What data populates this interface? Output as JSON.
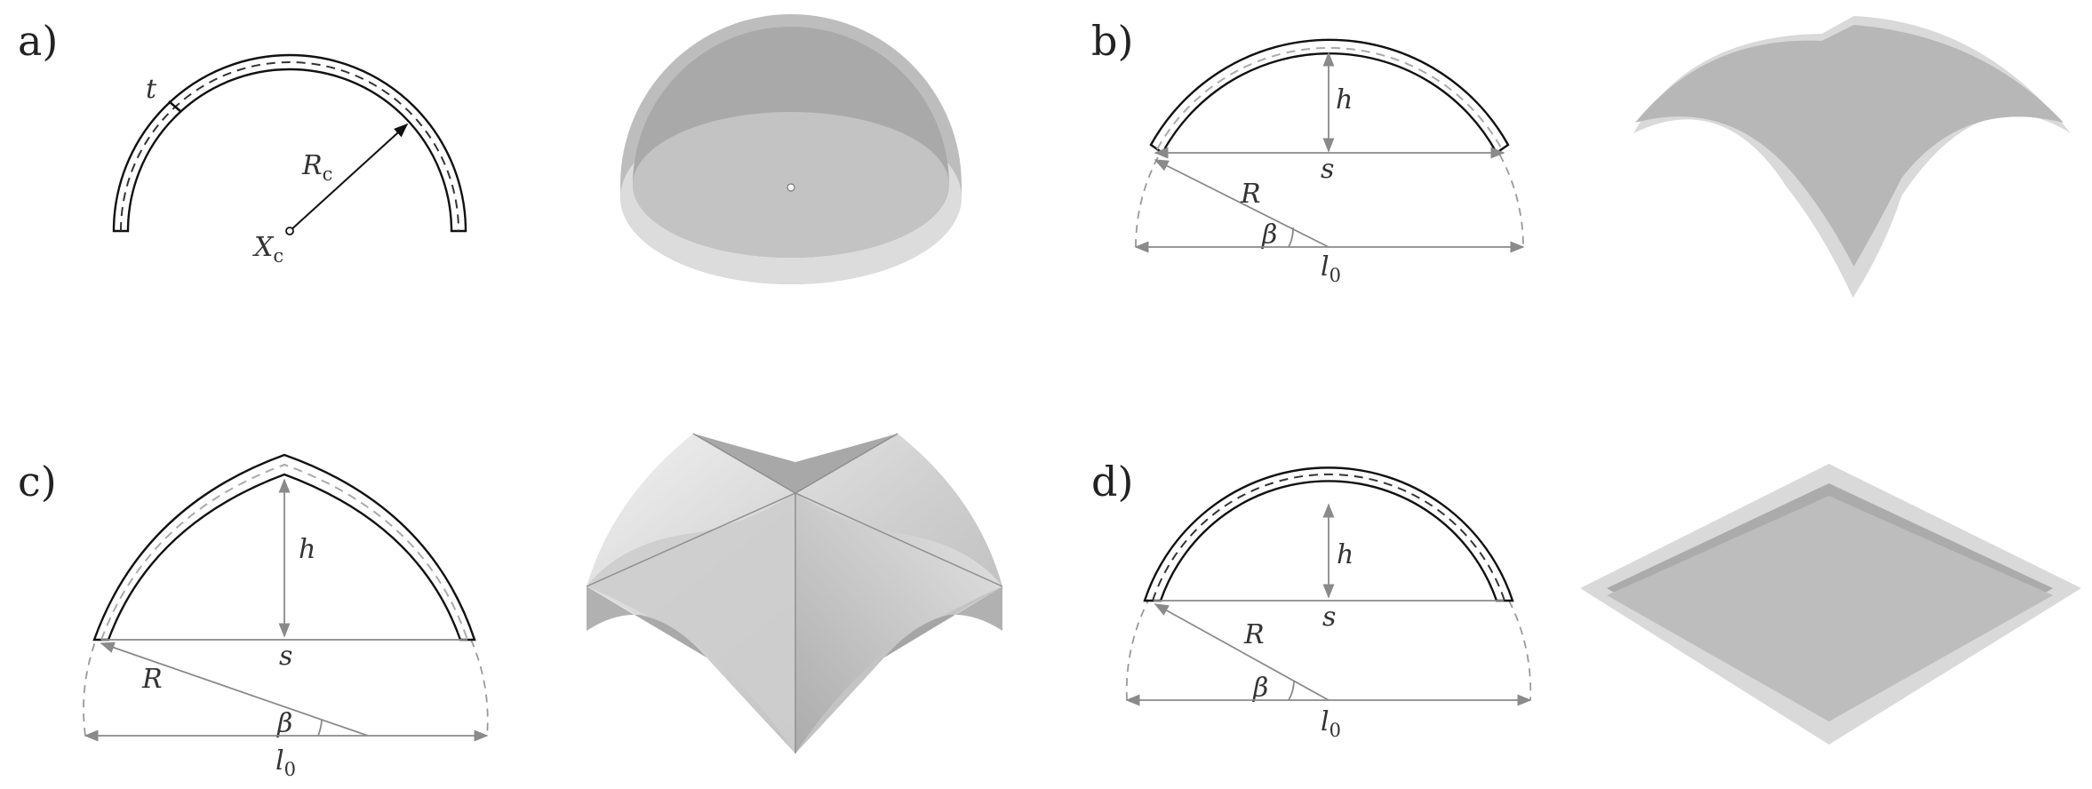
{
  "panels": {
    "a": {
      "label": "a)",
      "thickness": "t",
      "radius": "R",
      "radius_sub": "c",
      "center": "X",
      "center_sub": "c"
    },
    "b": {
      "label": "b)",
      "rise": "h",
      "span": "s",
      "radius": "R",
      "angle": "β",
      "base": "l",
      "base_sub": "0"
    },
    "c": {
      "label": "c)",
      "rise": "h",
      "span": "s",
      "radius": "R",
      "angle": "β",
      "base": "l",
      "base_sub": "0"
    },
    "d": {
      "label": "d)",
      "rise": "h",
      "span": "s",
      "radius": "R",
      "angle": "β",
      "base": "l",
      "base_sub": "0"
    }
  },
  "colors": {
    "shell_light": "#d9d9d9",
    "shell_mid": "#bdbdbd",
    "shell_dark": "#a6a6a6",
    "line": "#111111",
    "guide": "#8a8a8a"
  }
}
